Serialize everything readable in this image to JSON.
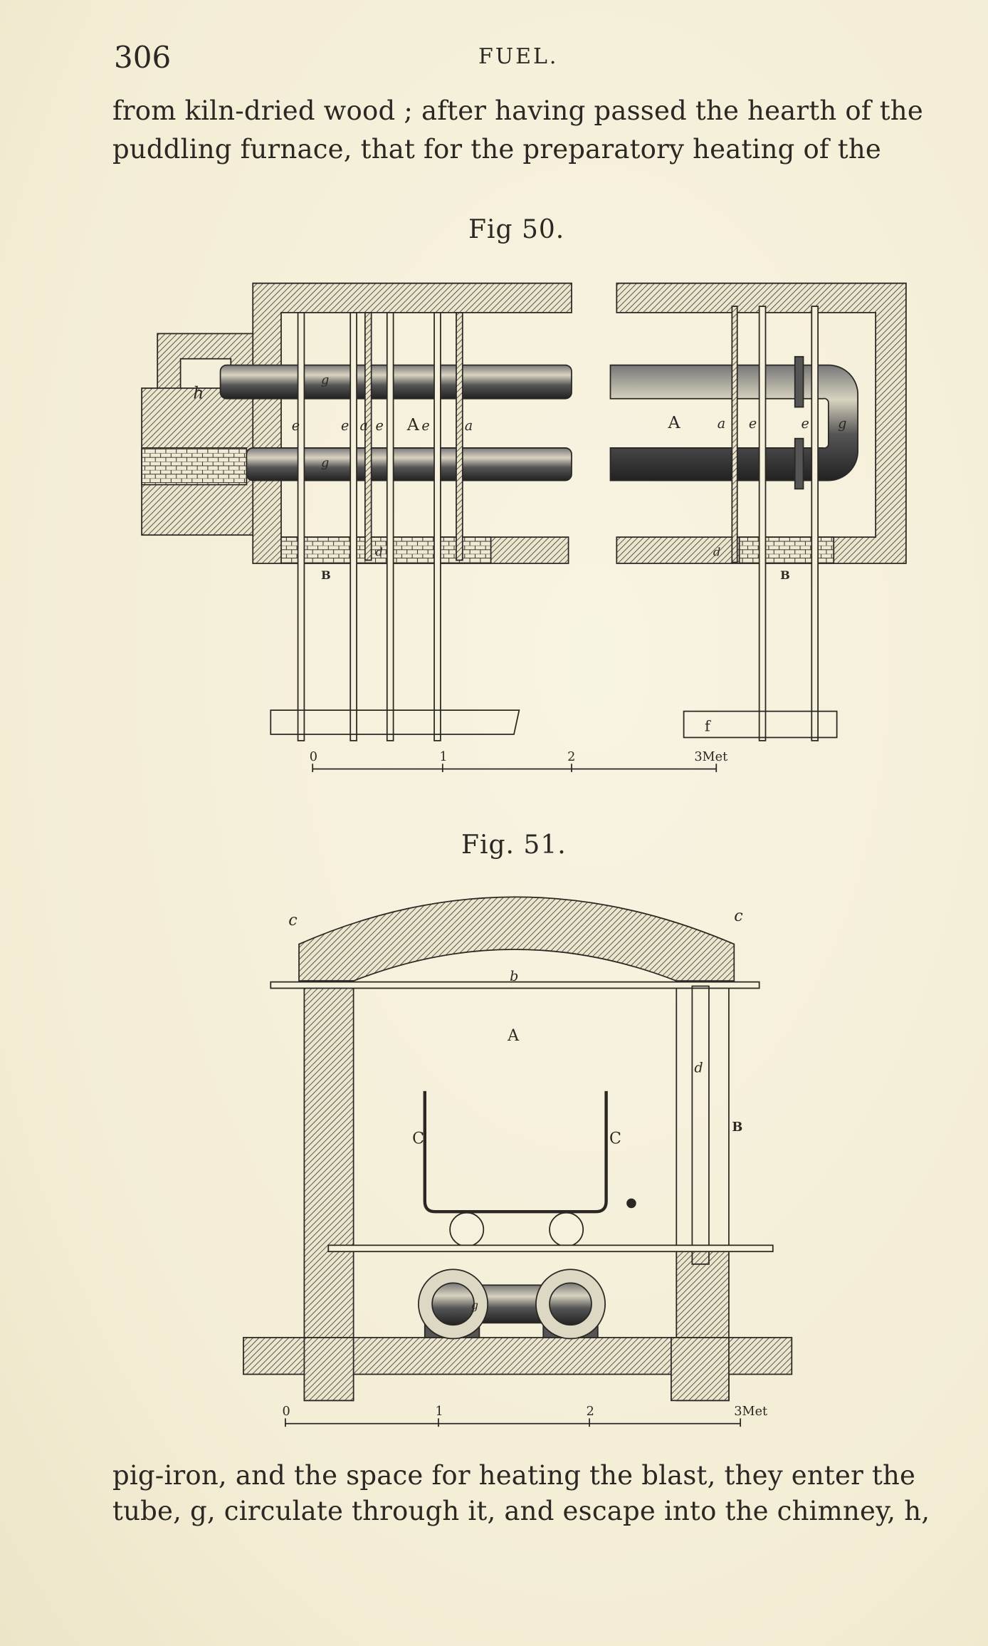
{
  "header": {
    "page_number": "306",
    "running_head": "FUEL."
  },
  "body": {
    "top_lines": [
      "from kiln-dried wood ; after having passed the hearth of the",
      "puddling furnace, that for the preparatory heating of the"
    ],
    "bottom_lines": [
      "pig-iron, and the space for heating the blast, they enter the",
      "tube, g, circulate through it, and escape into the chimney, h,"
    ]
  },
  "figures": {
    "fig50": {
      "caption": "Fig 50.",
      "labels": {
        "h": "h",
        "g1": "g",
        "g2": "g",
        "e1": "e",
        "e2": "e",
        "a1": "a",
        "e3": "e",
        "A1": "A",
        "e4": "e",
        "a2": "a",
        "A2": "A",
        "a3": "a",
        "e5": "e",
        "e6": "e",
        "g3": "g",
        "d1": "d",
        "d2": "d",
        "B1": "B",
        "B2": "B",
        "f": "f"
      },
      "scale": {
        "ticks": [
          "0",
          "1",
          "2",
          "3Met"
        ]
      }
    },
    "fig51": {
      "caption": "Fig. 51.",
      "labels": {
        "c1": "c",
        "c2": "c",
        "b": "b",
        "A": "A",
        "d": "d",
        "B": "B",
        "C1": "C",
        "C2": "C",
        "g": "g"
      },
      "scale": {
        "ticks": [
          "0",
          "1",
          "2",
          "3Met"
        ]
      }
    }
  },
  "colors": {
    "paper": "#f6f1dc",
    "ink": "#2b2824"
  }
}
